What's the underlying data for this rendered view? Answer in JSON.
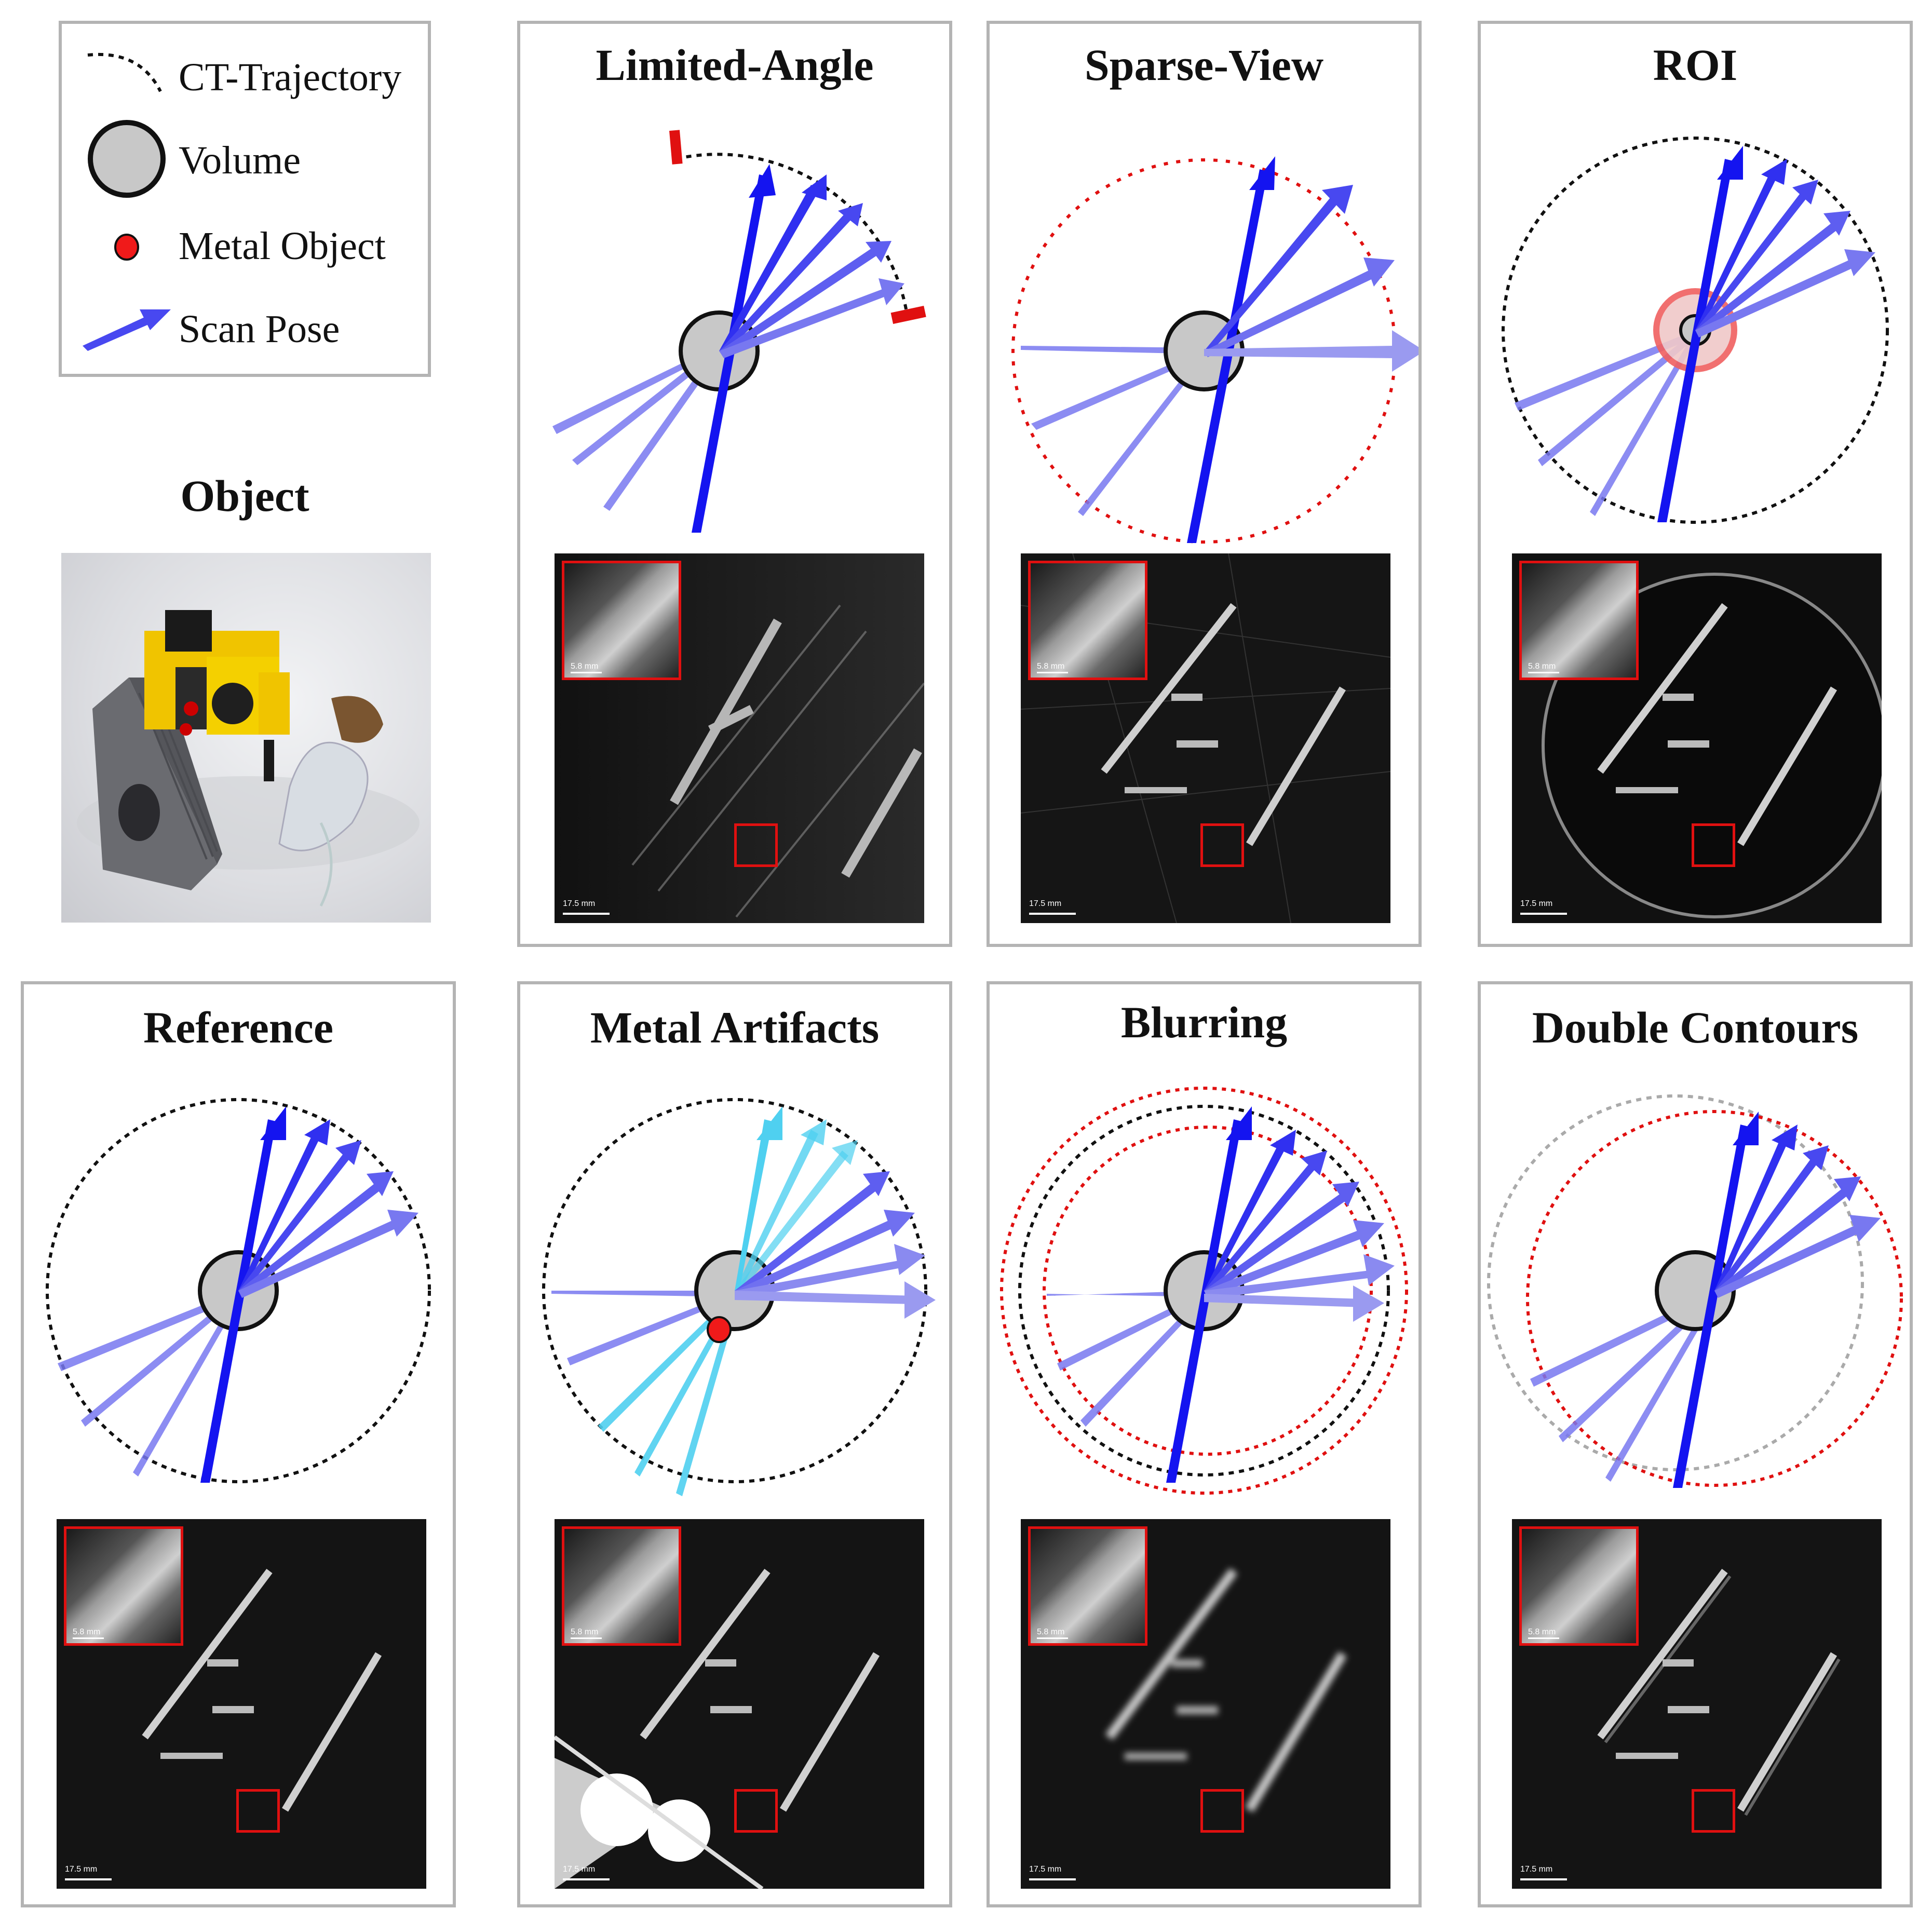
{
  "legend": {
    "trajectory_label": "CT-Trajectory",
    "volume_label": "Volume",
    "metal_label": "Metal Object",
    "pose_label": "Scan Pose"
  },
  "object": {
    "title": "Object"
  },
  "panels": [
    {
      "key": "limited-angle",
      "title": "Limited-Angle"
    },
    {
      "key": "sparse-view",
      "title": "Sparse-View"
    },
    {
      "key": "roi",
      "title": "ROI"
    },
    {
      "key": "reference",
      "title": "Reference"
    },
    {
      "key": "metal-artifacts",
      "title": "Metal Artifacts"
    },
    {
      "key": "blurring",
      "title": "Blurring"
    },
    {
      "key": "double-contours",
      "title": "Double Contours"
    }
  ],
  "scalebars": {
    "main": "17.5 mm",
    "inset": "5.8 mm"
  },
  "colors": {
    "pose": "#1414f0",
    "pose_faded": "#7878f0",
    "pose_cyan": "#4fd0f0",
    "trajectory": "#111111",
    "error": "#e01010",
    "volume_fill": "#c8c8c8",
    "ghost": "#aaaaaa"
  }
}
